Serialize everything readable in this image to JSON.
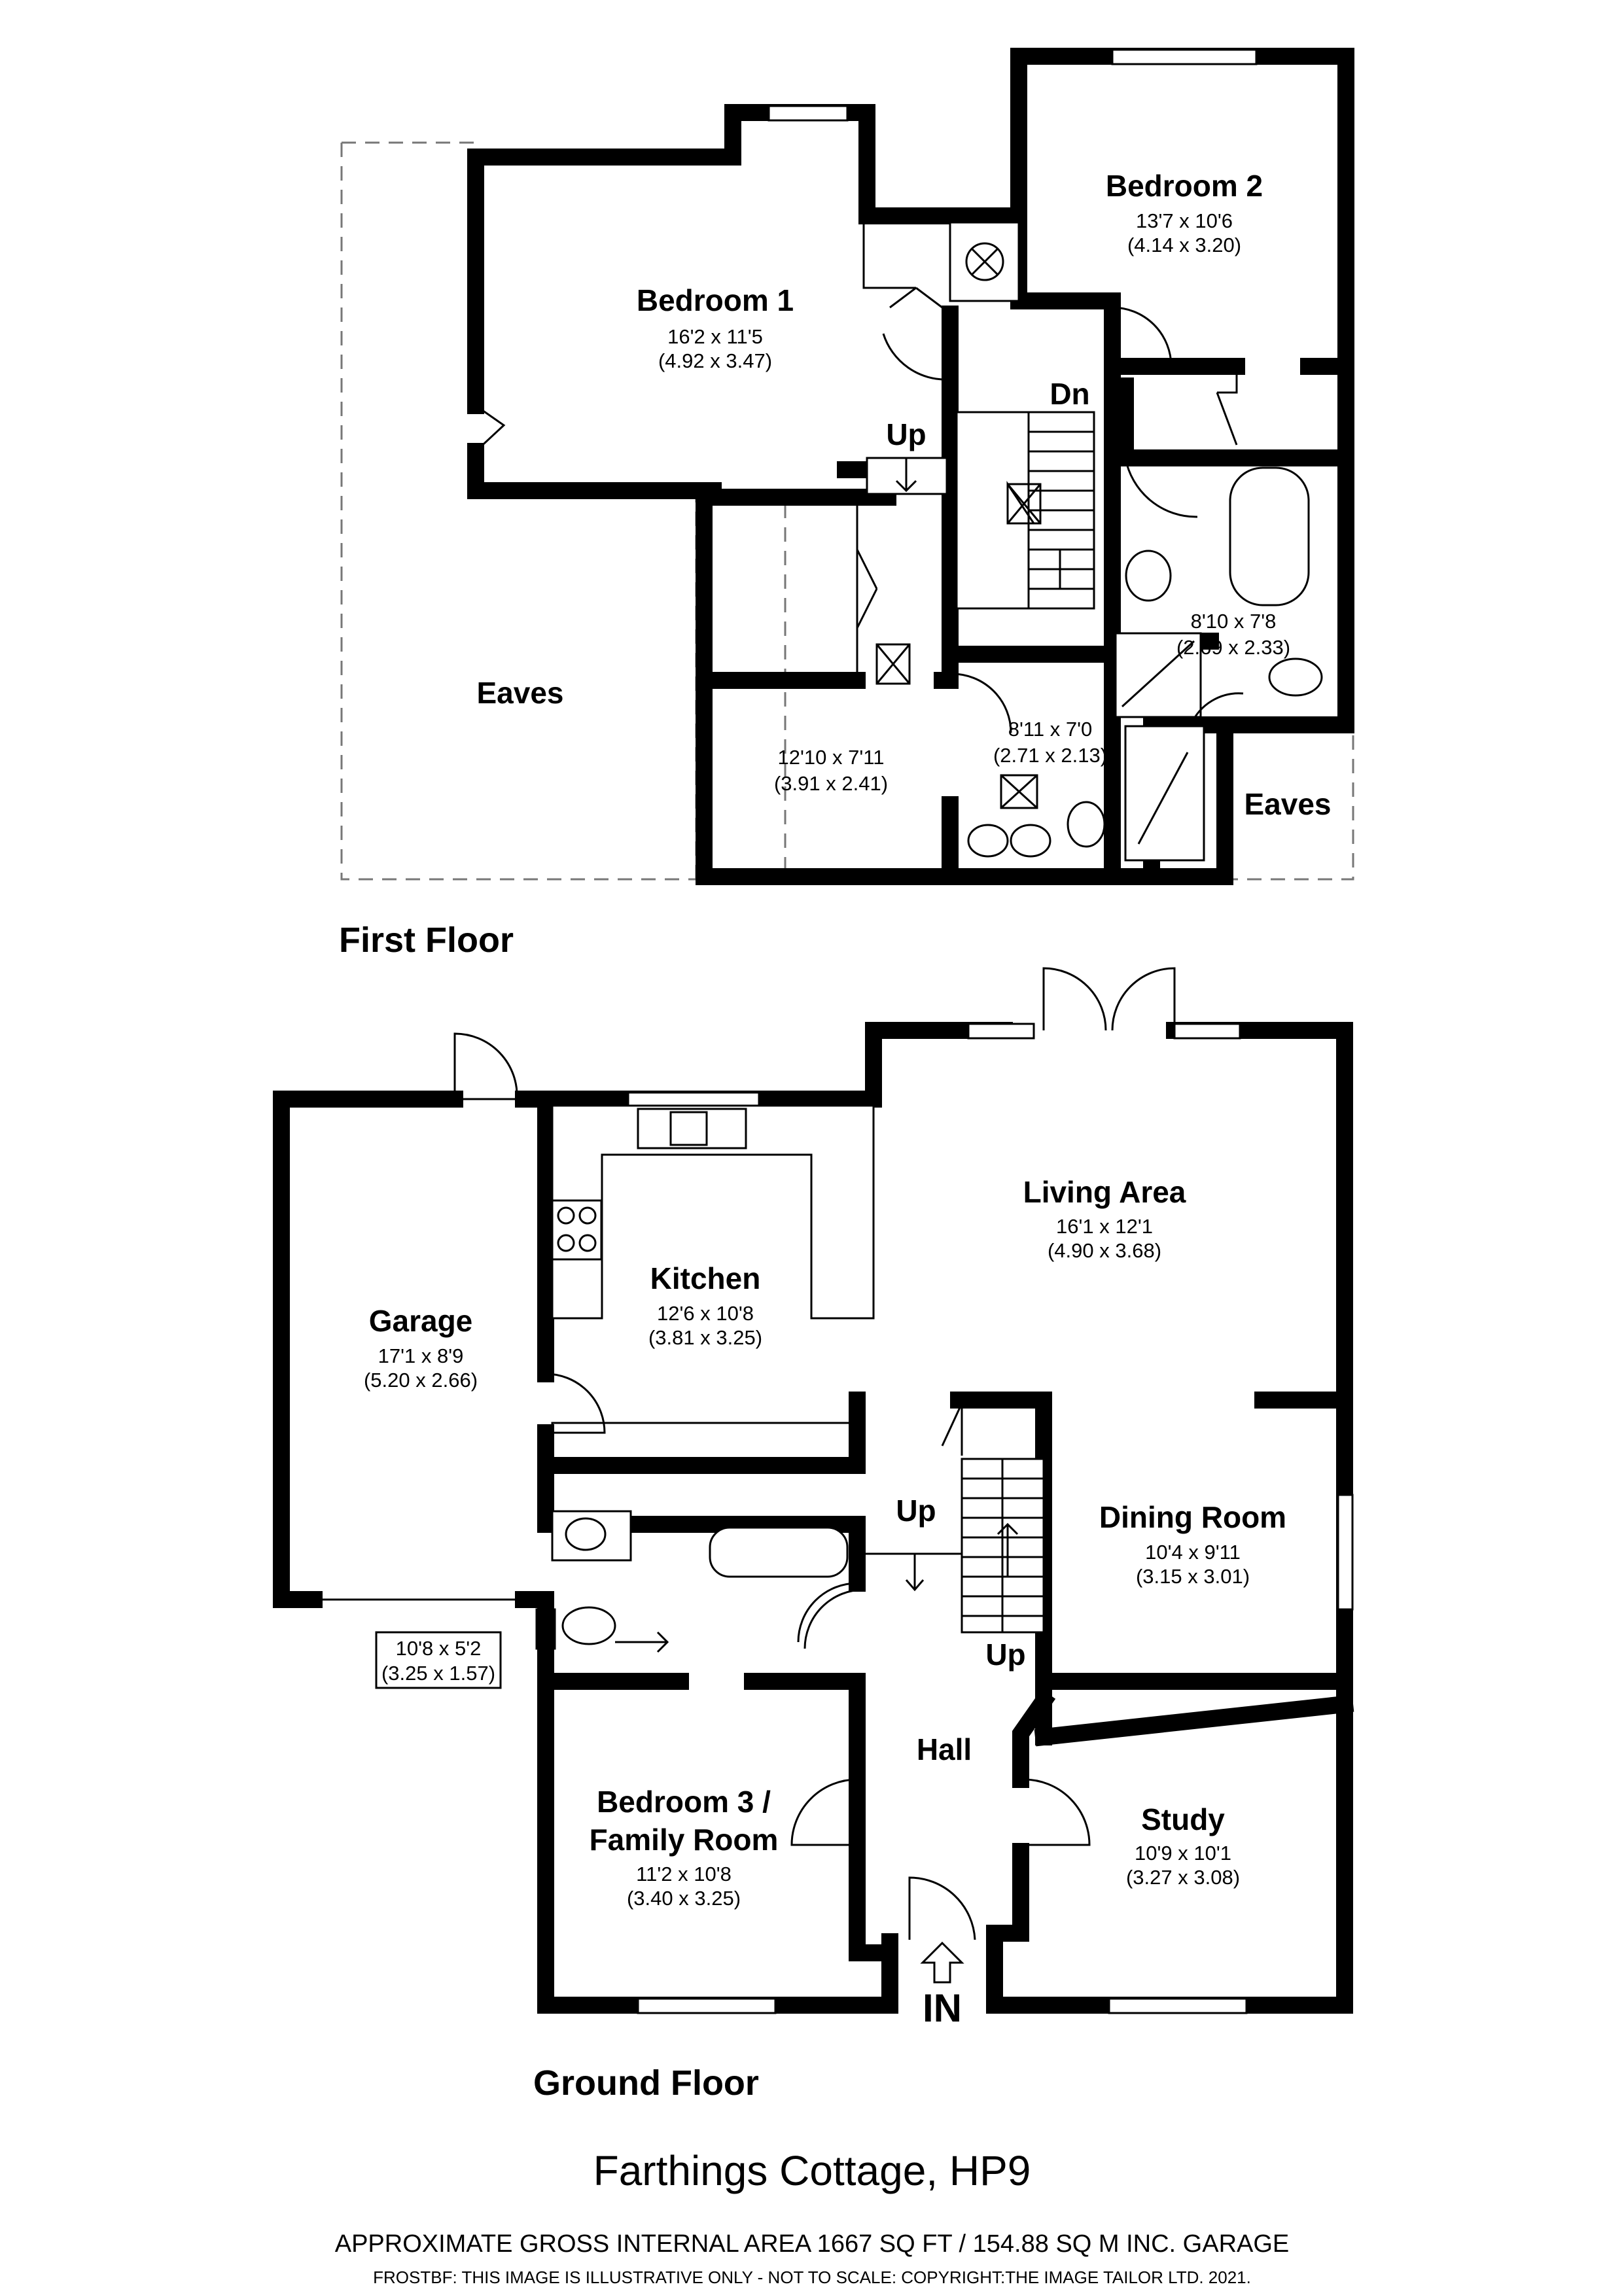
{
  "property": {
    "title": "Farthings Cottage, HP9",
    "area_text": "APPROXIMATE GROSS INTERNAL AREA 1667 SQ FT / 154.88 SQ M INC. GARAGE",
    "disclaimer": "FROSTBF: THIS IMAGE IS ILLUSTRATIVE ONLY - NOT TO SCALE: COPYRIGHT:THE IMAGE TAILOR LTD. 2021."
  },
  "first_floor": {
    "label": "First Floor",
    "rooms": {
      "bedroom1": {
        "name": "Bedroom 1",
        "imperial": "16'2 x 11'5",
        "metric": "(4.92 x 3.47)"
      },
      "bedroom2": {
        "name": "Bedroom 2",
        "imperial": "13'7 x 10'6",
        "metric": "(4.14 x 3.20)"
      },
      "eaves_left": {
        "name": "Eaves"
      },
      "eaves_right": {
        "name": "Eaves"
      },
      "bathroom": {
        "imperial": "8'10 x 7'8",
        "metric": "(2.69 x 2.33)"
      },
      "box_room": {
        "imperial": "12'10 x 7'11",
        "metric": "(3.91 x 2.41)"
      },
      "shower_room": {
        "imperial": "8'11 x 7'0",
        "metric": "(2.71 x 2.13)"
      }
    },
    "stairs": {
      "dn": "Dn",
      "up": "Up"
    }
  },
  "ground_floor": {
    "label": "Ground Floor",
    "rooms": {
      "garage": {
        "name": "Garage",
        "imperial": "17'1 x 8'9",
        "metric": "(5.20 x 2.66)"
      },
      "kitchen": {
        "name": "Kitchen",
        "imperial": "12'6 x 10'8",
        "metric": "(3.81 x 3.25)"
      },
      "living": {
        "name": "Living Area",
        "imperial": "16'1 x 12'1",
        "metric": "(4.90 x 3.68)"
      },
      "dining": {
        "name": "Dining Room",
        "imperial": "10'4 x 9'11",
        "metric": "(3.15 x 3.01)"
      },
      "hall": {
        "name": "Hall"
      },
      "bedroom3": {
        "name_line1": "Bedroom 3 /",
        "name_line2": "Family Room",
        "imperial": "11'2 x 10'8",
        "metric": "(3.40 x 3.25)"
      },
      "study": {
        "name": "Study",
        "imperial": "10'9 x 10'1",
        "metric": "(3.27 x 3.08)"
      },
      "bathroom": {
        "imperial": "10'8 x 5'2",
        "metric": "(3.25 x 1.57)"
      }
    },
    "stairs": {
      "up1": "Up",
      "up2": "Up"
    },
    "entrance": "IN"
  }
}
